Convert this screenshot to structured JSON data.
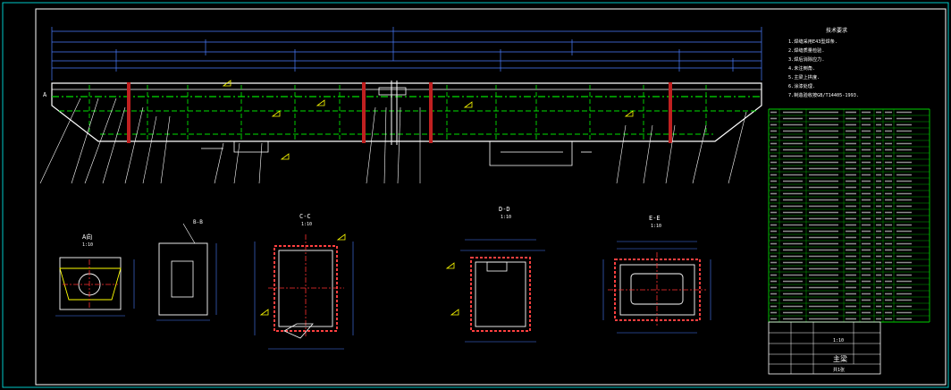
{
  "colors": {
    "background": "#000000",
    "frame": "#00c8c8",
    "outline": "#ffffff",
    "dimension": "#4a7dff",
    "section": "#00e000",
    "center": "#ff3030",
    "hatch": "#ff4040",
    "annotation": "#ffff00",
    "table": "#00d000"
  },
  "section_labels": {
    "aa": "A向",
    "bb": "B-B",
    "cc": "C-C",
    "dd": "D-D",
    "ee": "E-E",
    "a_marker": "A"
  },
  "scale_labels": [
    "1:10",
    "1:10",
    "1:10",
    "1:10"
  ],
  "notes": {
    "title": "技术要求",
    "items": [
      "1.焊缝采用E43型焊条.",
      "2.焊缝质量检验.",
      "3.焊后消除应力.",
      "4.未注倒角.",
      "5.主梁上拱度.",
      "6.涂漆处理.",
      "7.制造验收按GB/T14405-1993."
    ]
  },
  "title_block": {
    "name": "主梁",
    "scale": "1:10",
    "sheet": "共1张"
  }
}
